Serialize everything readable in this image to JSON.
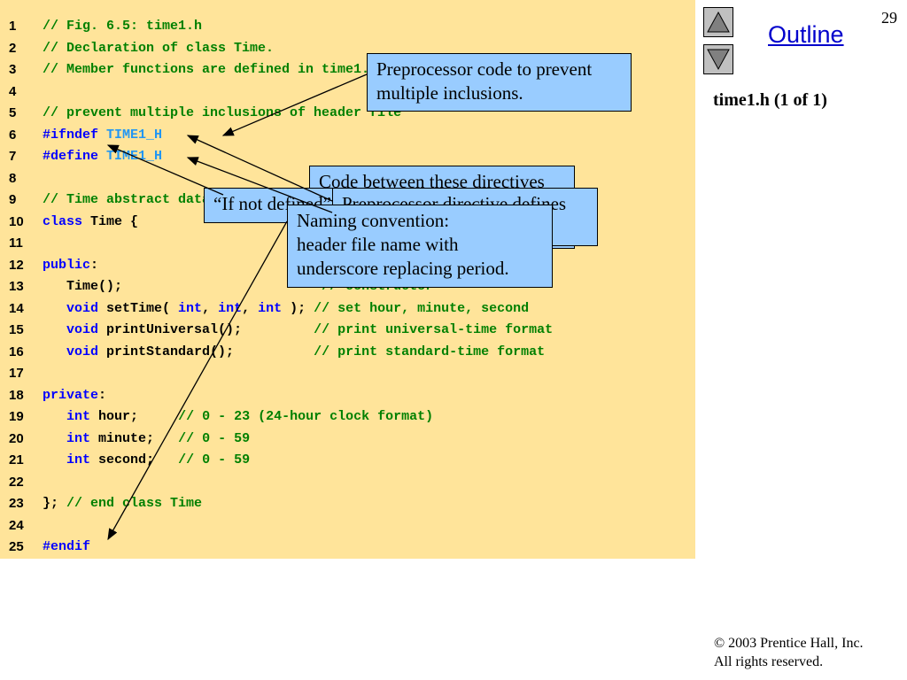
{
  "slide": {
    "page_number": "29",
    "outline_title": "Outline",
    "file_label": "time1.h (1 of 1)",
    "copyright_line1": "© 2003 Prentice Hall, Inc.",
    "copyright_line2": "All rights reserved."
  },
  "nav": {
    "up_icon": "triangle-up-icon",
    "down_icon": "triangle-down-icon"
  },
  "code_lines": [
    {
      "num": "1",
      "text": "// Fig. 6.5: time1.h"
    },
    {
      "num": "2",
      "text": "// Declaration of class Time."
    },
    {
      "num": "3",
      "text": "// Member functions are defined in time1.cpp"
    },
    {
      "num": "4",
      "text": ""
    },
    {
      "num": "5",
      "text": "// prevent multiple inclusions of header file"
    },
    {
      "num": "6",
      "text": "#ifndef TIME1_H"
    },
    {
      "num": "7",
      "text": "#define TIME1_H"
    },
    {
      "num": "8",
      "text": ""
    },
    {
      "num": "9",
      "text": "// Time abstract data type definition"
    },
    {
      "num": "10",
      "text": "class Time {"
    },
    {
      "num": "11",
      "text": ""
    },
    {
      "num": "12",
      "text": "public:"
    },
    {
      "num": "13",
      "text": "   Time();                         // constructor"
    },
    {
      "num": "14",
      "text": "   void setTime( int, int, int ); // set hour, minute, second"
    },
    {
      "num": "15",
      "text": "   void printUniversal();         // print universal-time format"
    },
    {
      "num": "16",
      "text": "   void printStandard();          // print standard-time format"
    },
    {
      "num": "17",
      "text": ""
    },
    {
      "num": "18",
      "text": "private:"
    },
    {
      "num": "19",
      "text": "   int hour;     // 0 - 23 (24-hour clock format)"
    },
    {
      "num": "20",
      "text": "   int minute;   // 0 - 59"
    },
    {
      "num": "21",
      "text": "   int second;   // 0 - 59"
    },
    {
      "num": "22",
      "text": ""
    },
    {
      "num": "23",
      "text": "}; // end class Time"
    },
    {
      "num": "24",
      "text": ""
    },
    {
      "num": "25",
      "text": "#endif"
    }
  ],
  "callouts": {
    "preprocessor": "Preprocessor code to prevent\nmultiple inclusions.",
    "between_directives": "Code between these directives",
    "if_not_defined": "“If not defined”",
    "preprocessor_directive": "Preprocessor directive defines",
    "naming": "Naming convention:\nheader file name with\nunderscore replacing period."
  },
  "colors": {
    "code_background": "#ffe49a",
    "comment": "#008000",
    "keyword": "#0000ff",
    "macro": "#2196f3",
    "callout_background": "#99ccff",
    "outline_link": "#0000cc"
  }
}
